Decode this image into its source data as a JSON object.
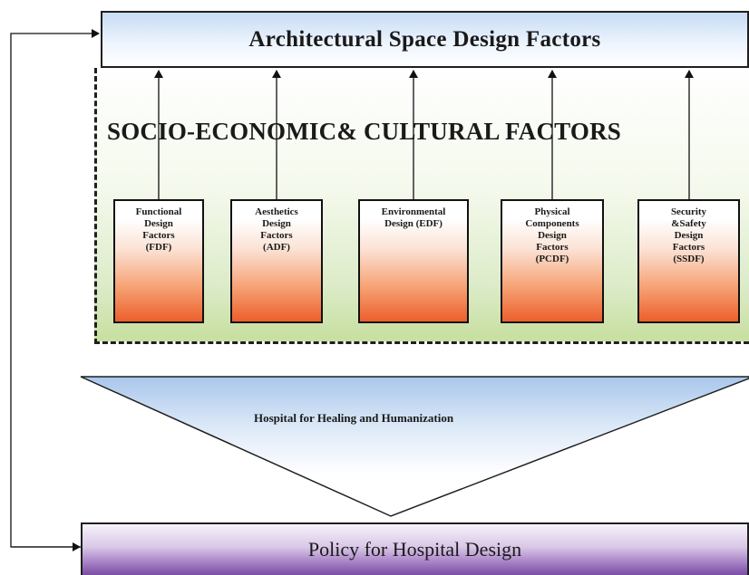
{
  "top_box": {
    "title": "Architectural Space Design Factors"
  },
  "socio_region": {
    "label": "SOCIO-ECONOMIC& CULTURAL FACTORS"
  },
  "factors": [
    {
      "label": "Functional\nDesign\nFactors\n(FDF)"
    },
    {
      "label": "Aesthetics\nDesign\nFactors\n(ADF)"
    },
    {
      "label": "Environmental\nDesign (EDF)"
    },
    {
      "label": "Physical\nComponents\nDesign\nFactors\n(PCDF)"
    },
    {
      "label": "Security\n&Safety\nDesign\nFactors\n(SSDF)"
    }
  ],
  "funnel": {
    "label": "Hospital for Healing and Humanization"
  },
  "bottom_box": {
    "title": "Policy for Hospital Design"
  }
}
